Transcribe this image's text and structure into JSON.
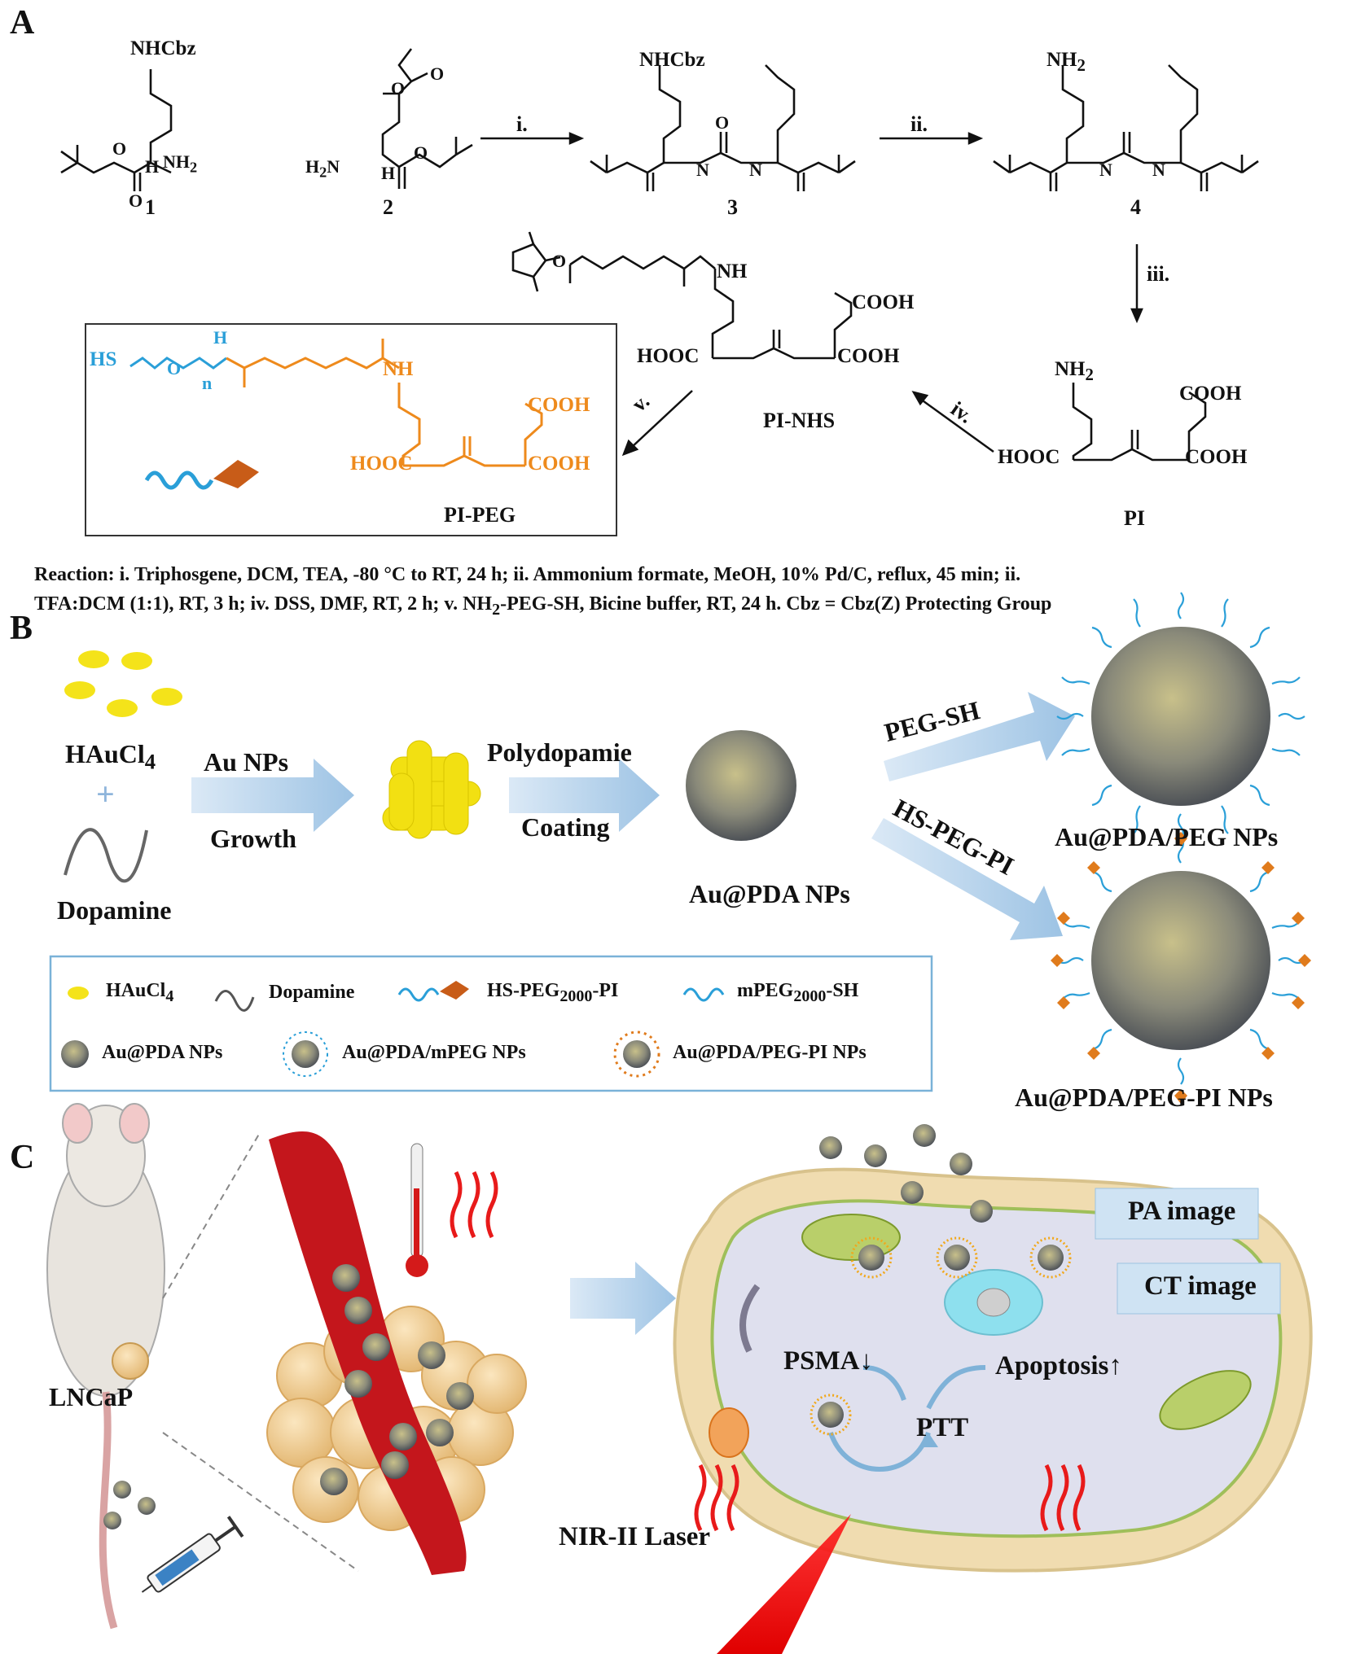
{
  "panels": {
    "a": "A",
    "b": "B",
    "c": "C"
  },
  "scheme": {
    "compounds": {
      "c1": "1",
      "c2": "2",
      "c3": "3",
      "c4": "4",
      "pi": "PI",
      "pi_nhs": "PI-NHS",
      "pi_peg": "PI-PEG"
    },
    "steps": {
      "i": "i.",
      "ii": "ii.",
      "iii": "iii.",
      "iv": "iv.",
      "v": "v."
    },
    "groups": {
      "nhcbz": "NHCbz",
      "nh2": "NH",
      "nh2_sub": "2",
      "h2n_h": "H",
      "h2n_sub": "2",
      "h2n_n": "N",
      "cooh": "COOH",
      "hooc": "HOOC",
      "nh": "NH",
      "h": "H",
      "n": "N",
      "o": "O",
      "hs": "HS",
      "sub_n": "n"
    },
    "reaction_line1": "Reaction: i. Triphosgene, DCM, TEA, -80 °C to RT, 24 h; ii. Ammonium formate, MeOH, 10% Pd/C, reflux, 45 min; ii.",
    "reaction_line2a": "TFA:DCM (1:1), RT, 3 h; iv. DSS, DMF, RT, 2 h; v. NH",
    "reaction_line2_sub": "2",
    "reaction_line2b": "-PEG-SH, Bicine buffer, RT, 24 h. Cbz = Cbz(Z) Protecting Group"
  },
  "synthesis": {
    "haucl4": "HAuCl",
    "haucl4_sub": "4",
    "plus": "+",
    "dopamine": "Dopamine",
    "au_nps": "Au NPs",
    "growth": "Growth",
    "polydopamie": "Polydopamie",
    "coating": "Coating",
    "au_pda": "Au@PDA NPs",
    "peg_sh": "PEG-SH",
    "hs_peg_pi": "HS-PEG-PI",
    "au_pda_peg": "Au@PDA/PEG NPs",
    "au_pda_peg_pi": "Au@PDA/PEG-PI NPs"
  },
  "legend": {
    "haucl4": "HAuCl",
    "haucl4_sub": "4",
    "dopamine": "Dopamine",
    "hs_peg_pi_a": "HS-PEG",
    "hs_peg_pi_sub": "2000",
    "hs_peg_pi_b": "-PI",
    "mpeg_a": "mPEG",
    "mpeg_sub": "2000",
    "mpeg_b": "-SH",
    "au_pda": "Au@PDA NPs",
    "au_pda_mpeg": "Au@PDA/mPEG NPs",
    "au_pda_peg_pi": "Au@PDA/PEG-PI NPs"
  },
  "therapy": {
    "lncap": "LNCaP",
    "pa_image": "PA image",
    "ct_image": "CT image",
    "psma": "PSMA↓",
    "apoptosis": "Apoptosis↑",
    "ptt": "PTT",
    "laser": "NIR-II Laser"
  },
  "colors": {
    "orange": "#ee8a1c",
    "blue": "#2a9fd8",
    "gold": "#f4e31a",
    "arrow": "#a9cbe6",
    "vessel": "#c4161c",
    "cell": "#e8d8a6"
  }
}
